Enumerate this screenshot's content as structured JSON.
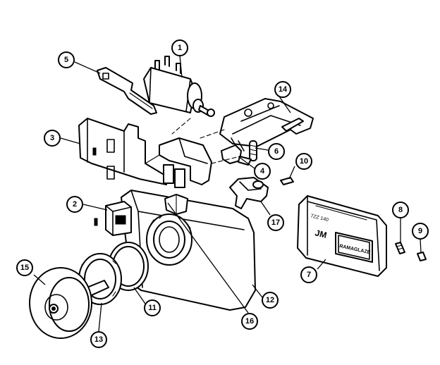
{
  "callouts": [
    {
      "id": "1",
      "label": "1"
    },
    {
      "id": "2",
      "label": "2"
    },
    {
      "id": "3",
      "label": "3"
    },
    {
      "id": "4",
      "label": "4"
    },
    {
      "id": "5",
      "label": "5"
    },
    {
      "id": "6",
      "label": "6"
    },
    {
      "id": "7",
      "label": "7"
    },
    {
      "id": "8",
      "label": "8"
    },
    {
      "id": "9",
      "label": "9"
    },
    {
      "id": "10",
      "label": "10"
    },
    {
      "id": "11",
      "label": "11"
    },
    {
      "id": "12",
      "label": "12"
    },
    {
      "id": "13",
      "label": "13"
    },
    {
      "id": "14",
      "label": "14"
    },
    {
      "id": "15",
      "label": "15"
    },
    {
      "id": "16",
      "label": "16"
    },
    {
      "id": "17",
      "label": "17"
    }
  ],
  "labels": {
    "panel_label": "RAMAGLAZE",
    "panel_model_text": "7ZZ 140",
    "panel_logo": "JM"
  }
}
